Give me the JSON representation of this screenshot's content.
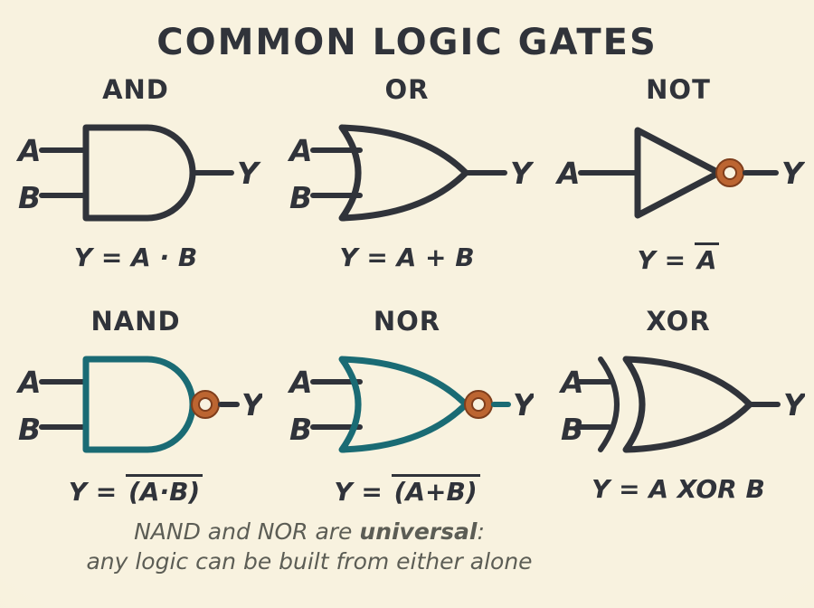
{
  "page": {
    "title": "COMMON LOGIC GATES"
  },
  "colors": {
    "paper": "#f8f2df",
    "paper-edge": "#f1ead1",
    "ink": "#30333a",
    "teal": "#1a6b74",
    "bubble": "#bc6531",
    "bubble-dark": "#7f3e1c",
    "footer-ink": "#5c5d55"
  },
  "gates": [
    {
      "name": "AND",
      "inputs": [
        "A",
        "B"
      ],
      "output": "Y",
      "eq": {
        "lhs": "Y = ",
        "over": "",
        "plain": "A · B"
      }
    },
    {
      "name": "OR",
      "inputs": [
        "A",
        "B"
      ],
      "output": "Y",
      "eq": {
        "lhs": "Y = ",
        "over": "",
        "plain": "A + B"
      }
    },
    {
      "name": "NOT",
      "inputs": [
        "A"
      ],
      "output": "Y",
      "eq": {
        "lhs": "Y = ",
        "over": "A",
        "plain": ""
      }
    },
    {
      "name": "NAND",
      "inputs": [
        "A",
        "B"
      ],
      "output": "Y",
      "eq": {
        "lhs": "Y = ",
        "over": "(A·B)",
        "plain": ""
      }
    },
    {
      "name": "NOR",
      "inputs": [
        "A",
        "B"
      ],
      "output": "Y",
      "eq": {
        "lhs": "Y = ",
        "over": "(A+B)",
        "plain": ""
      }
    },
    {
      "name": "XOR",
      "inputs": [
        "A",
        "B"
      ],
      "output": "Y",
      "eq": {
        "lhs": "Y = ",
        "over": "",
        "plain": "A XOR B"
      }
    }
  ],
  "footer": {
    "line1_prefix": "NAND and NOR are ",
    "line1_bold": "universal",
    "line1_suffix": ":",
    "line2": "any logic can be built from either alone"
  }
}
